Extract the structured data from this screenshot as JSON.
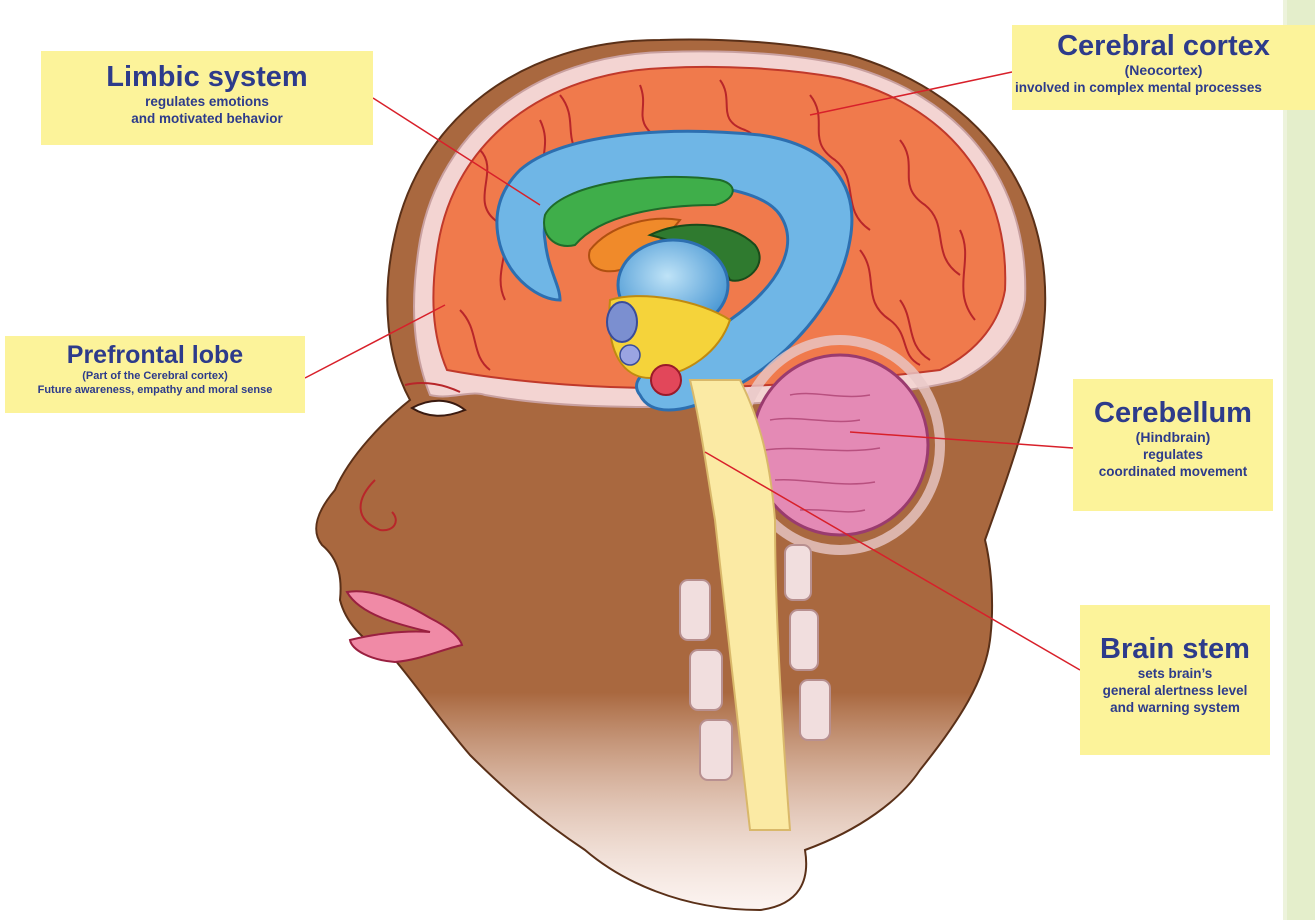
{
  "labels": {
    "limbic": {
      "title": "Limbic system",
      "desc1": "regulates emotions",
      "desc2": "and motivated behavior"
    },
    "cortex": {
      "title": "Cerebral cortex",
      "sub": "(Neocortex)",
      "desc": "involved in complex mental processes"
    },
    "prefrontal": {
      "title": "Prefrontal lobe",
      "sub": "(Part of the Cerebral cortex)",
      "desc": "Future awareness, empathy and moral sense"
    },
    "cerebellum": {
      "title": "Cerebellum",
      "sub": "(Hindbrain)",
      "desc1": "regulates",
      "desc2": "coordinated movement"
    },
    "brainstem": {
      "title": "Brain stem",
      "desc1": "sets brain’s",
      "desc2": "general alertness level",
      "desc3": "and warning system"
    }
  },
  "colors": {
    "label_bg": "#fcf39a",
    "label_text": "#2d3b8b",
    "leader_line": "#d8202a",
    "skin": "#a9683f",
    "cortex": "#f07a4c",
    "limbic": "#6fb6e6",
    "cerebellum": "#e48ab5",
    "side_strip": "#e4eecb"
  }
}
